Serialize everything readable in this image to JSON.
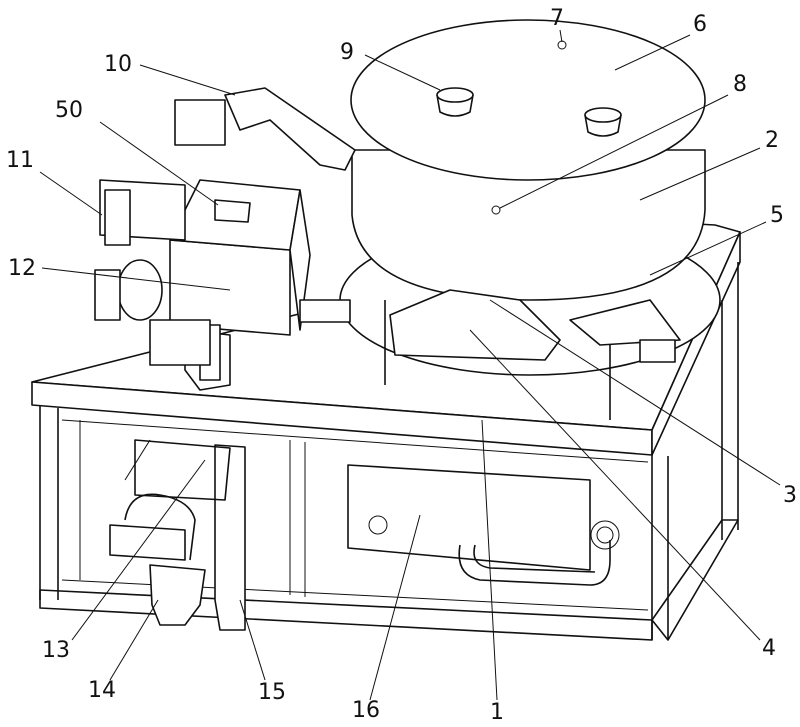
{
  "figure": {
    "labels": {
      "l1": "1",
      "l2": "2",
      "l3": "3",
      "l4": "4",
      "l5": "5",
      "l6": "6",
      "l7": "7",
      "l8": "8",
      "l9": "9",
      "l10": "10",
      "l11": "11",
      "l12": "12",
      "l13": "13",
      "l14": "14",
      "l15": "15",
      "l16": "16",
      "l50": "50"
    }
  }
}
